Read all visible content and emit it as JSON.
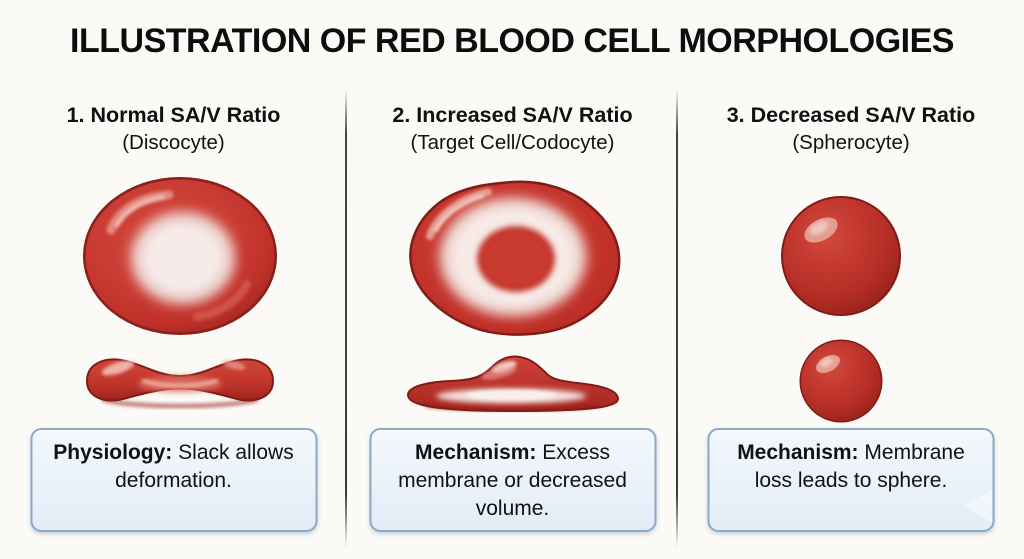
{
  "title": "ILLUSTRATION OF RED BLOOD CELL MORPHOLOGIES",
  "columns": [
    {
      "id": "discocyte",
      "heading": "1. Normal SA/V Ratio",
      "subheading": "(Discocyte)",
      "illustrations": [
        "discocyte-top-view",
        "discocyte-side-view"
      ],
      "caption_label": "Physiology:",
      "caption_text": "Slack allows deformation."
    },
    {
      "id": "target-cell",
      "heading": "2. Increased SA/V Ratio",
      "subheading": "(Target Cell/Codocyte)",
      "illustrations": [
        "target-cell-top-view",
        "target-cell-side-view"
      ],
      "caption_label": "Mechanism:",
      "caption_text": "Excess membrane or decreased volume."
    },
    {
      "id": "spherocyte",
      "heading": "3. Decreased SA/V Ratio",
      "subheading": "(Spherocyte)",
      "illustrations": [
        "spherocyte-large",
        "spherocyte-small"
      ],
      "caption_label": "Mechanism:",
      "caption_text": "Membrane loss leads to sphere."
    }
  ],
  "colors": {
    "background": "#fbfaf7",
    "text": "#111111",
    "divider": "#2e2c29",
    "box_bg": "#ebf2fa",
    "box_border": "#8ba9c6",
    "cell_red": "#c63a30",
    "cell_red_dark": "#7f1c16",
    "cell_pale": "#f2e0db"
  }
}
